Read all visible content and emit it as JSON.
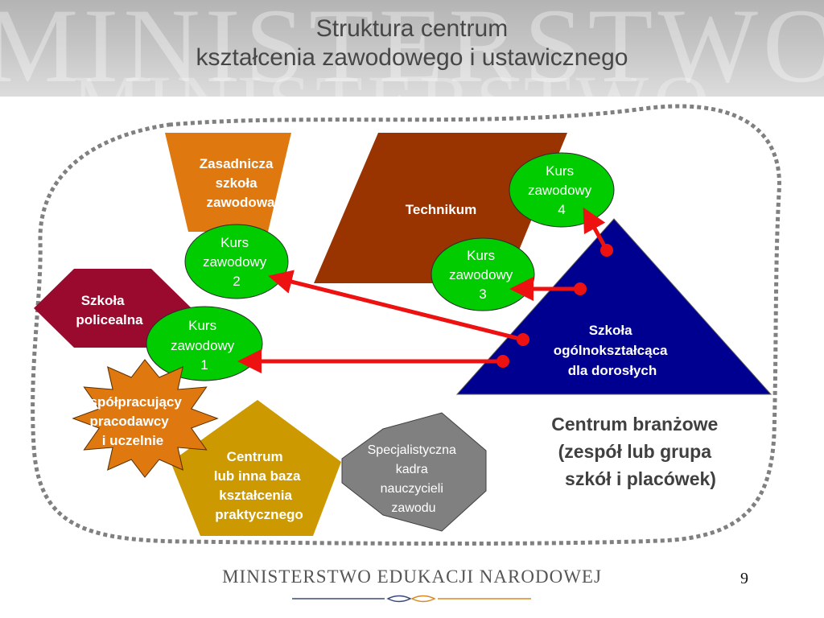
{
  "header": {
    "watermark": "MINISTERSTWO",
    "title_line1": "Struktura centrum",
    "title_line2": "kształcenia zawodowego i ustawicznego"
  },
  "shapes": {
    "zasadnicza": [
      "Zasadnicza",
      "szkoła",
      "zawodowa"
    ],
    "technikum": [
      "Technikum"
    ],
    "policealna": [
      "Szkoła",
      "policealna"
    ],
    "ogolnoksztalcaca": [
      "Szkoła",
      "ogólnokształcąca",
      "dla dorosłych"
    ],
    "kurs1": [
      "Kurs",
      "zawodowy",
      "1"
    ],
    "kurs2": [
      "Kurs",
      "zawodowy",
      "2"
    ],
    "kurs3": [
      "Kurs",
      "zawodowy",
      "3"
    ],
    "kurs4": [
      "Kurs",
      "zawodowy",
      "4"
    ],
    "pracodawcy": [
      "Współpracujący",
      "pracodawcy",
      "i uczelnie"
    ],
    "centrum": [
      "Centrum",
      "lub inna baza",
      "kształcenia",
      "praktycznego"
    ],
    "kadra": [
      "Specjalistyczna",
      "kadra",
      "nauczycieli",
      "zawodu"
    ]
  },
  "centrum_label": [
    "Centrum branżowe",
    "(zespół lub grupa",
    "szkół i placówek)"
  ],
  "footer": {
    "ministry": "MINISTERSTWO EDUKACJI NARODOWEJ",
    "page_number": "9"
  },
  "colors": {
    "orange": "#e07810",
    "brown": "#993300",
    "crimson": "#9a0a2e",
    "navy": "#000090",
    "green": "#00cc00",
    "gold": "#cc9900",
    "gray": "#808080",
    "arrow": "#ee1111",
    "label": "#404040"
  }
}
